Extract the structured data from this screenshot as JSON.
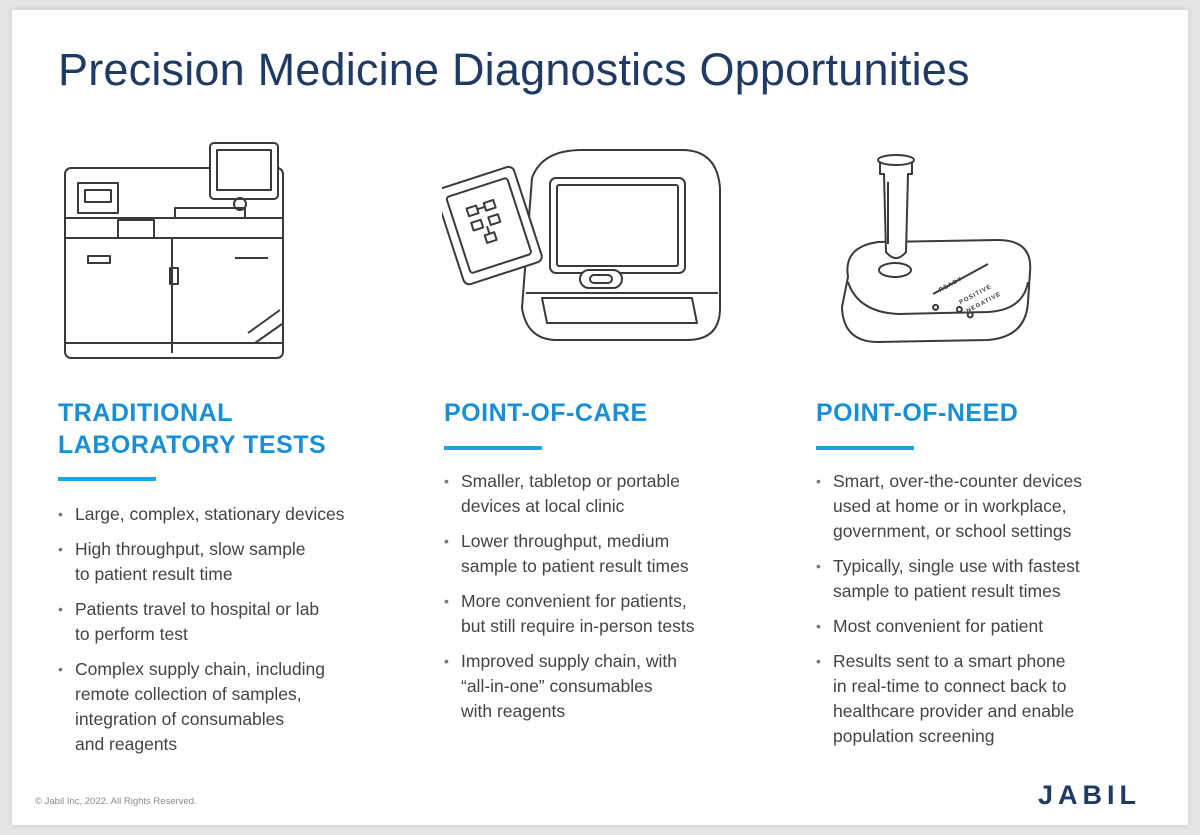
{
  "page": {
    "title": "Precision Medicine Diagnostics Opportunities",
    "copyright": "© Jabil Inc, 2022. All Rights Reserved.",
    "logo_text": "JABIL"
  },
  "columns": [
    {
      "title": "TRADITIONAL\nLABORATORY TESTS",
      "illustration": "lab-analyzer-icon",
      "bullets": [
        "Large, complex, stationary devices",
        "High throughput, slow sample\nto patient result time",
        "Patients travel to hospital or lab\nto perform test",
        "Complex supply chain, including\nremote collection of samples,\nintegration of consumables\nand reagents"
      ]
    },
    {
      "title": "POINT-OF-CARE",
      "illustration": "tabletop-device-icon",
      "bullets": [
        "Smaller, tabletop or portable\ndevices  at local clinic",
        "Lower throughput, medium\nsample to patient result times",
        "More convenient for patients,\nbut still require  in-person tests",
        "Improved supply chain, with\n“all-in-one” consumables\nwith reagents"
      ]
    },
    {
      "title": "POINT-OF-NEED",
      "illustration": "home-test-device-icon",
      "device_labels": [
        "READY",
        "POSITIVE",
        "NEGATIVE"
      ],
      "bullets": [
        "Smart, over-the-counter devices\nused at home or in workplace,\ngovernment,  or school settings",
        "Typically, single use with fastest\nsample  to patient result times",
        "Most convenient for patient",
        "Results sent to a smart phone\nin real-time  to connect back to\nhealthcare provider  and enable\npopulation screening"
      ]
    }
  ],
  "colors": {
    "title": "#1f3a64",
    "accent": "#1a8fd6",
    "rule": "#1fa3e0",
    "body_text": "#444444"
  }
}
